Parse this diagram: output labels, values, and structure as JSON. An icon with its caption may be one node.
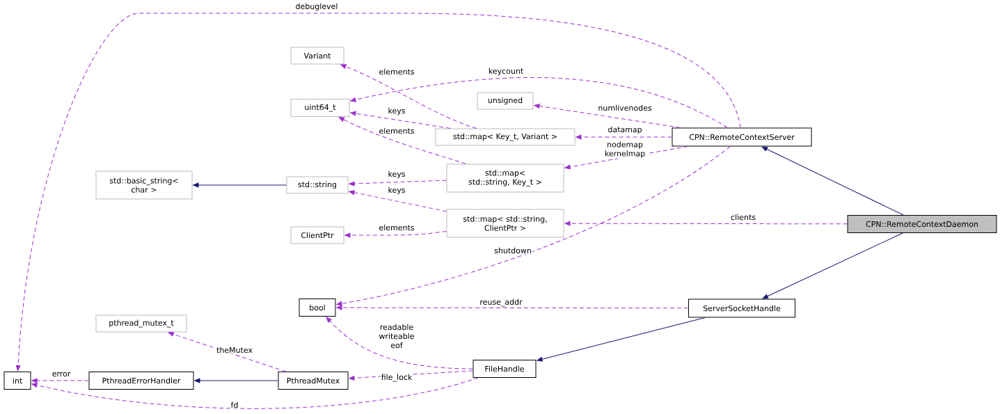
{
  "diagram": {
    "nodes": [
      {
        "text": [
          "Variant"
        ]
      },
      {
        "text": [
          "uint64_t"
        ]
      },
      {
        "text": [
          "unsigned"
        ]
      },
      {
        "text": [
          "std::map< Key_t, Variant >"
        ]
      },
      {
        "text": [
          "CPN::RemoteContextServer"
        ]
      },
      {
        "text": [
          "std::basic_string< char >"
        ]
      },
      {
        "text": [
          "std::string"
        ]
      },
      {
        "text": [
          "std::map< std::string, Key_t >"
        ]
      },
      {
        "text": [
          "std::map< std::string, ClientPtr >"
        ]
      },
      {
        "text": [
          "CPN::RemoteContextDaemon"
        ]
      },
      {
        "text": [
          "ClientPtr"
        ]
      },
      {
        "text": [
          "bool"
        ]
      },
      {
        "text": [
          "ServerSocketHandle"
        ]
      },
      {
        "text": [
          "pthread_mutex_t"
        ]
      },
      {
        "text": [
          "int"
        ]
      },
      {
        "text": [
          "PthreadErrorHandler"
        ]
      },
      {
        "text": [
          "PthreadMutex"
        ]
      },
      {
        "text": [
          "FileHandle"
        ]
      }
    ],
    "edges": [
      {
        "from": 4,
        "to": 14,
        "arrow": "to",
        "label": "debuglevel",
        "style": "dashed"
      },
      {
        "from": 4,
        "to": 1,
        "arrow": "to",
        "label": "keycount",
        "style": "dashed"
      },
      {
        "from": 3,
        "to": 0,
        "arrow": "to",
        "label": "elements",
        "style": "dashed"
      },
      {
        "from": 3,
        "to": 1,
        "arrow": "to",
        "label": "keys",
        "style": "dashed"
      },
      {
        "from": 7,
        "to": 1,
        "arrow": "to",
        "label": "elements",
        "style": "dashed"
      },
      {
        "from": 4,
        "to": 2,
        "arrow": "to",
        "label": "numlivenodes",
        "style": "dashed"
      },
      {
        "from": 4,
        "to": 3,
        "arrow": "to",
        "label": "datamap",
        "style": "dashed"
      },
      {
        "from": 4,
        "to": 7,
        "arrow": "to",
        "label": "nodemap kernelmap",
        "style": "dashed"
      },
      {
        "from": 6,
        "to": 5,
        "arrow": "to",
        "color": "#191970"
      },
      {
        "from": 7,
        "to": 6,
        "arrow": "to",
        "label": "keys",
        "style": "dashed"
      },
      {
        "from": 8,
        "to": 6,
        "arrow": "to",
        "label": "keys",
        "style": "dashed"
      },
      {
        "from": 8,
        "to": 10,
        "arrow": "to",
        "label": "elements",
        "style": "dashed"
      },
      {
        "from": 9,
        "to": 4,
        "arrow": "to",
        "color": "#191970"
      },
      {
        "from": 9,
        "to": 8,
        "arrow": "to",
        "label": "clients",
        "style": "dashed"
      },
      {
        "from": 9,
        "to": 12,
        "arrow": "to",
        "color": "#191970"
      },
      {
        "from": 4,
        "to": 11,
        "arrow": "to",
        "label": "shutdown",
        "style": "dashed"
      },
      {
        "from": 12,
        "to": 11,
        "arrow": "to",
        "label": "reuse_addr",
        "style": "dashed"
      },
      {
        "from": 12,
        "to": 17,
        "arrow": "to",
        "color": "#191970"
      },
      {
        "from": 17,
        "to": 11,
        "arrow": "to",
        "label": "readable writeable eof",
        "style": "dashed"
      },
      {
        "from": 16,
        "to": 13,
        "arrow": "to",
        "label": "theMutex",
        "style": "dashed"
      },
      {
        "from": 16,
        "to": 15,
        "arrow": "to",
        "color": "#191970"
      },
      {
        "from": 15,
        "to": 14,
        "arrow": "to",
        "label": "error",
        "style": "dashed"
      },
      {
        "from": 17,
        "to": 16,
        "arrow": "to",
        "label": "file_lock",
        "style": "dashed"
      },
      {
        "from": 17,
        "to": 14,
        "arrow": "to",
        "label": "fd",
        "style": "dashed"
      }
    ]
  }
}
